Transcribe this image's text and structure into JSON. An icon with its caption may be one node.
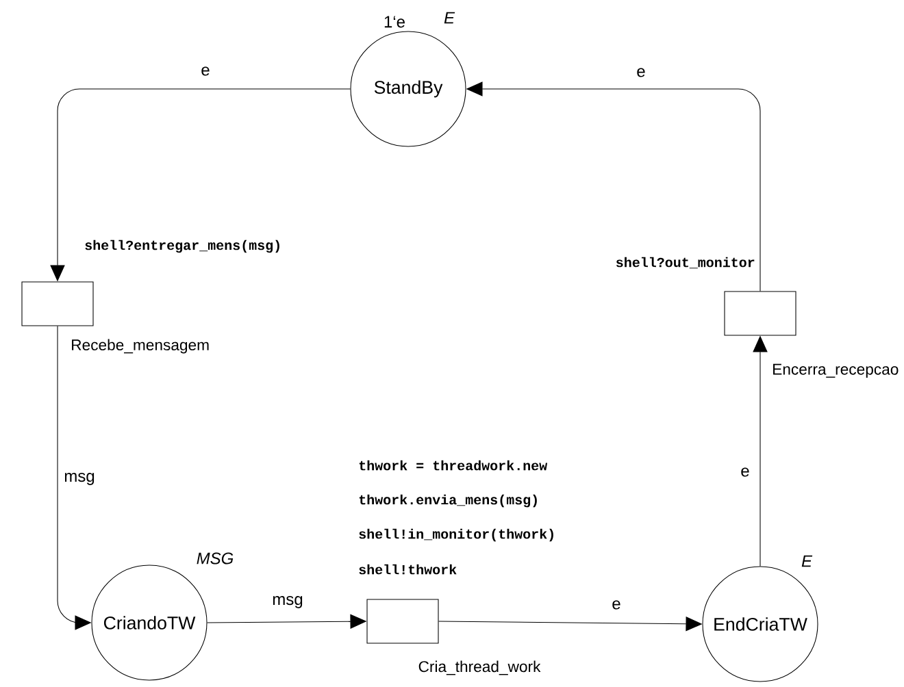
{
  "diagram": {
    "nodes": [
      {
        "text": [
          "StandBy"
        ],
        "beside": [
          "1‘e",
          "E"
        ]
      },
      {
        "text": [],
        "shape": "box",
        "beside": [
          "shell?entregar_mens(msg)",
          "Recebe_mensagem"
        ]
      },
      {
        "text": [
          "CriandoTW"
        ],
        "beside": [
          "MSG"
        ]
      },
      {
        "text": [],
        "shape": "box",
        "beside": [
          "thwork = threadwork.new",
          "thwork.envia_mens(msg)",
          "shell!in_monitor(thwork)",
          "shell!thwork",
          "Cria_thread_work"
        ]
      },
      {
        "text": [
          "EndCriaTW"
        ],
        "beside": [
          "E"
        ]
      },
      {
        "text": [],
        "shape": "box",
        "beside": [
          "shell?out_monitor",
          "Encerra_recepcao"
        ]
      }
    ],
    "edges": [
      {
        "from": 0,
        "to": 1,
        "arrow": "to",
        "label": "e"
      },
      {
        "from": 1,
        "to": 2,
        "arrow": "to",
        "label": "msg"
      },
      {
        "from": 2,
        "to": 3,
        "arrow": "to",
        "label": "msg"
      },
      {
        "from": 3,
        "to": 4,
        "arrow": "to",
        "label": "e"
      },
      {
        "from": 4,
        "to": 5,
        "arrow": "to",
        "label": "e"
      },
      {
        "from": 5,
        "to": 0,
        "arrow": "to",
        "label": "e"
      }
    ]
  }
}
